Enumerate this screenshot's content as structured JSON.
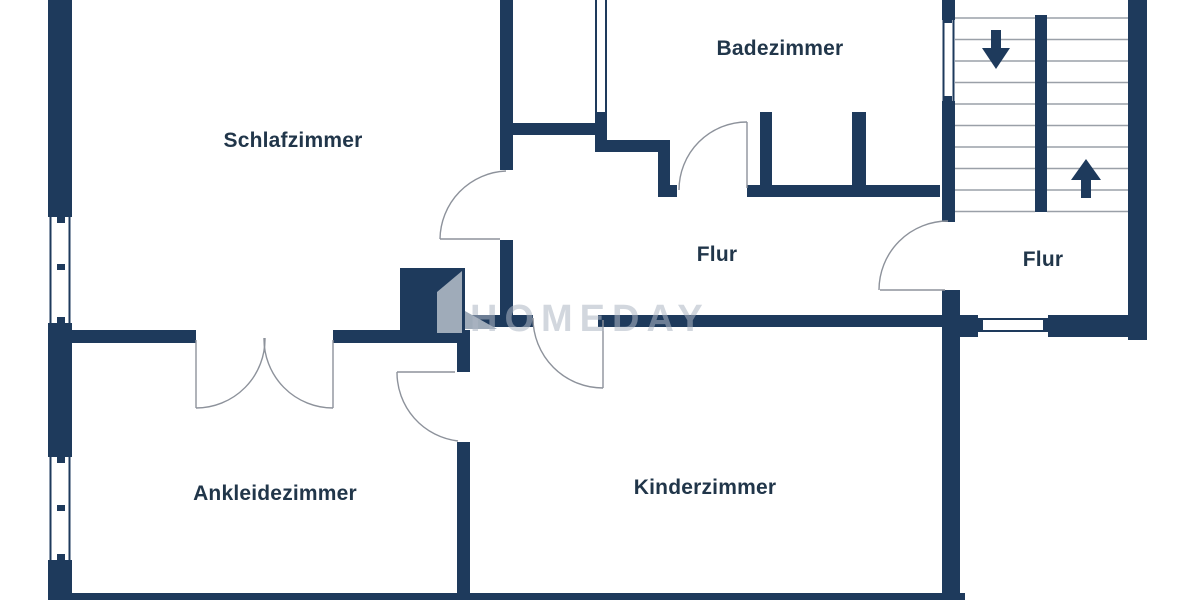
{
  "page": {
    "type": "floor-plan",
    "background": "#ffffff"
  },
  "rooms": {
    "schlafzimmer": "Schlafzimmer",
    "badezimmer": "Badezimmer",
    "flur_mitte": "Flur",
    "flur_treppenhaus": "Flur",
    "ankleidezimmer": "Ankleidezimmer",
    "kinderzimmer": "Kinderzimmer"
  },
  "watermark": {
    "text": "HOMEDAY"
  },
  "stairs": {
    "flights": 2,
    "treads_per_flight": 10,
    "down_arrow": "down",
    "up_arrow": "up"
  },
  "colors": {
    "wall": "#1e3a5c",
    "room_label": "#21364a",
    "door_line": "#8d929b",
    "stair_tread": "#9aa0a8",
    "watermark": "#aeb7c4",
    "logo_fold": "#9fabb9"
  }
}
